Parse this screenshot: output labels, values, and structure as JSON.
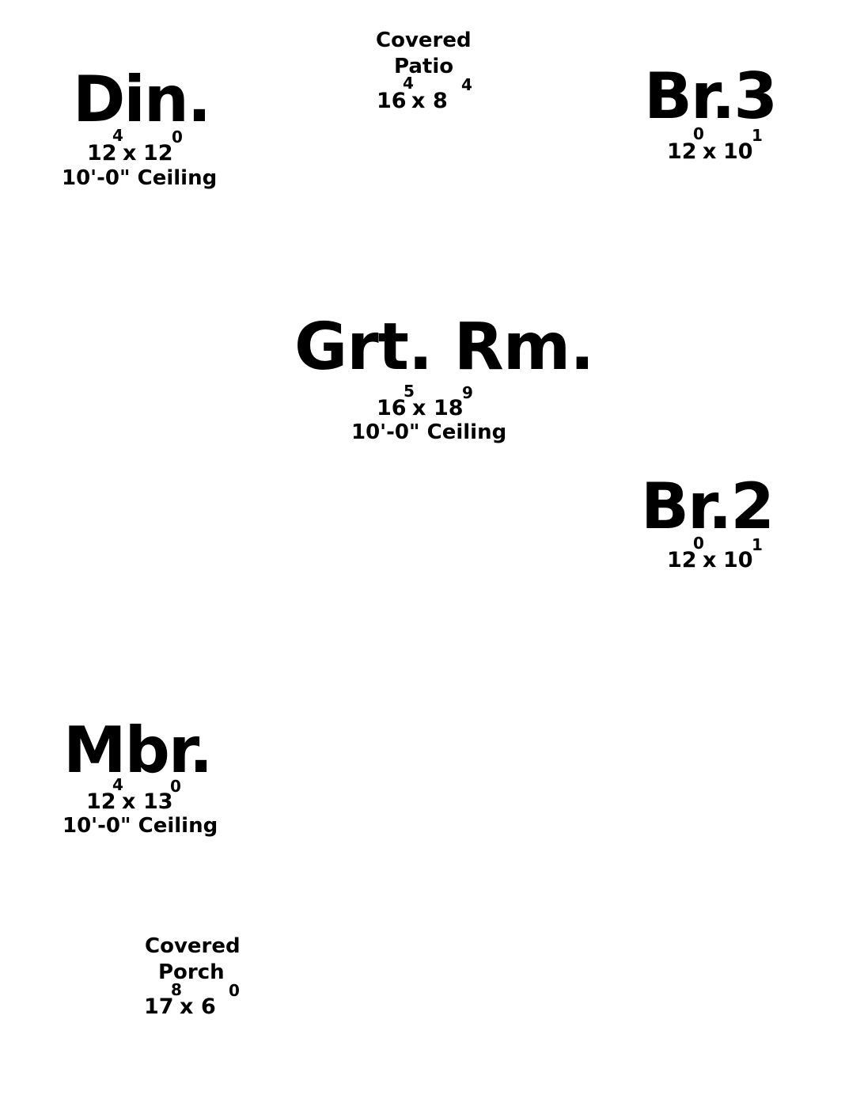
{
  "rooms": {
    "dining": {
      "name": "Din.",
      "width_ft": "12",
      "width_in": "4",
      "length_ft": "12",
      "length_in": "0",
      "x": "x",
      "ceiling": "10'-0\" Ceiling"
    },
    "covered_patio": {
      "name_line1": "Covered",
      "name_line2": "Patio",
      "width_ft": "16",
      "width_in": "4",
      "length_ft": "8",
      "length_in": "4",
      "x": "x"
    },
    "bedroom3": {
      "name": "Br.3",
      "width_ft": "12",
      "width_in": "0",
      "length_ft": "10",
      "length_in": "1",
      "x": "x"
    },
    "great_room": {
      "name": "Grt. Rm.",
      "width_ft": "16",
      "width_in": "5",
      "length_ft": "18",
      "length_in": "9",
      "x": "x",
      "ceiling": "10'-0\" Ceiling"
    },
    "bedroom2": {
      "name": "Br.2",
      "width_ft": "12",
      "width_in": "0",
      "length_ft": "10",
      "length_in": "1",
      "x": "x"
    },
    "master_bedroom": {
      "name": "Mbr.",
      "width_ft": "12",
      "width_in": "4",
      "length_ft": "13",
      "length_in": "0",
      "x": "x",
      "ceiling": "10'-0\" Ceiling"
    },
    "covered_porch": {
      "name_line1": "Covered",
      "name_line2": "Porch",
      "width_ft": "17",
      "width_in": "8",
      "length_ft": "6",
      "length_in": "0",
      "x": "x"
    }
  }
}
